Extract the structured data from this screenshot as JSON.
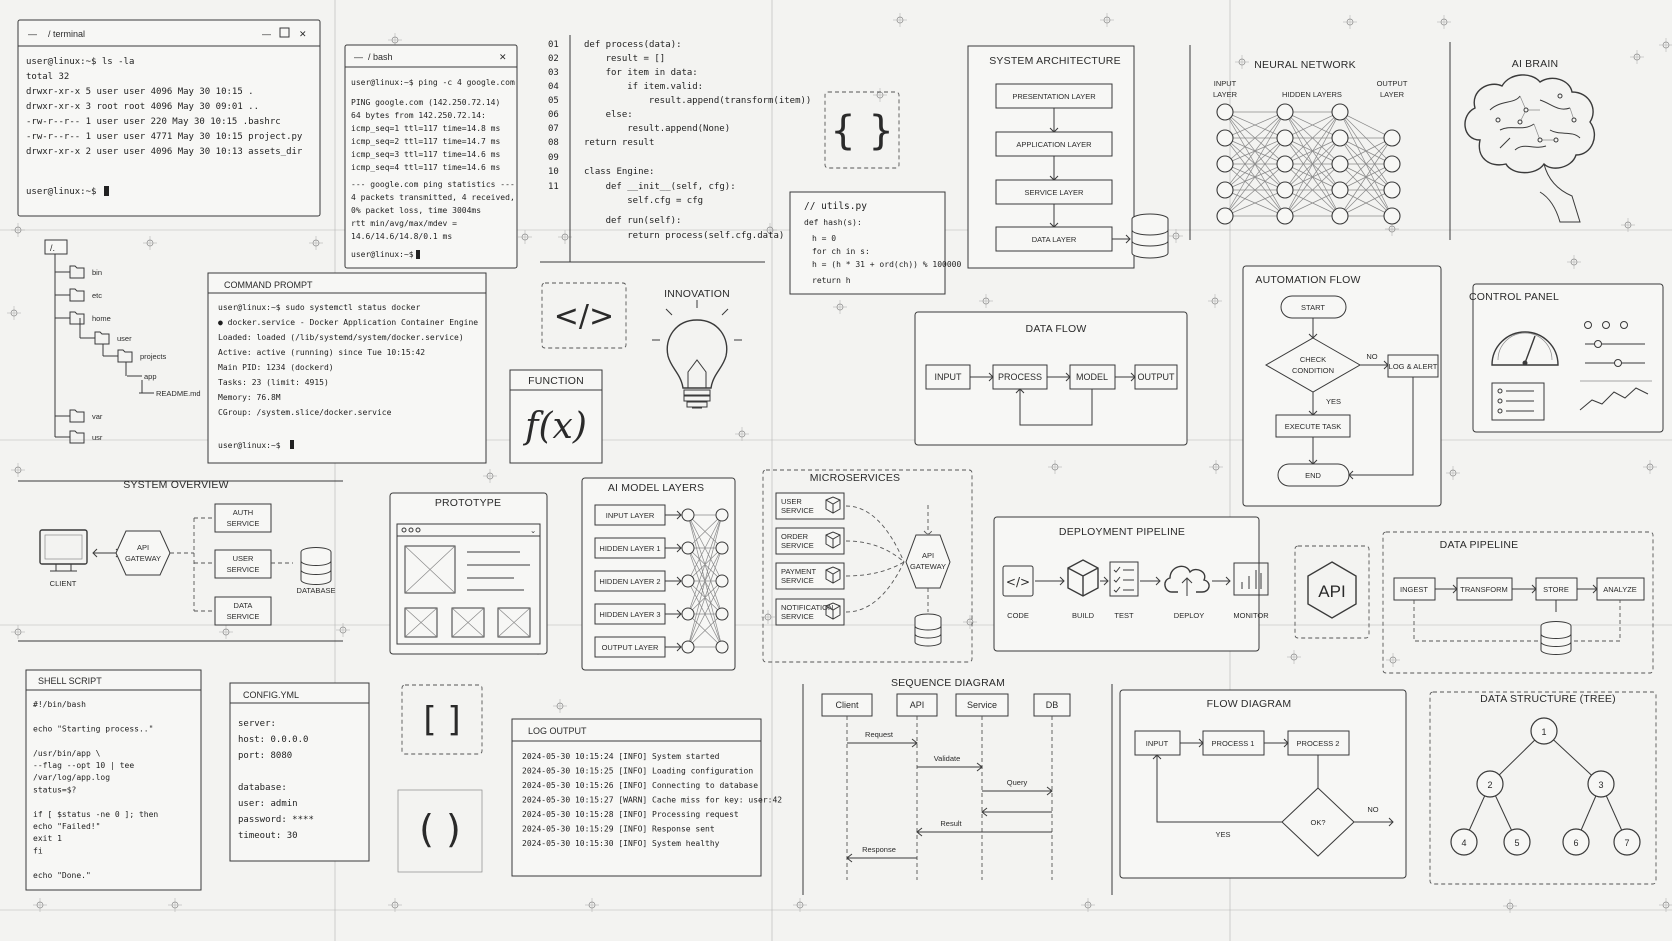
{
  "terminal1": {
    "title": "/ terminal",
    "lines": [
      "user@linux:~$ ls -la",
      "total 32",
      "drwxr-xr-x  5 user user  4096 May 30 10:15 .",
      "drwxr-xr-x  3 root root  4096 May 30 09:01 ..",
      "-rw-r--r--  1 user user   220 May 30 10:15 .bashrc",
      "-rw-r--r--  1 user user  4771 May 30 10:15 project.py",
      "drwxr-xr-x  2 user user  4096 May 30 10:13 assets_dir"
    ],
    "prompt": "user@linux:~$"
  },
  "bash": {
    "title": "/ bash",
    "lines": [
      "user@linux:~$ ping -c 4 google.com",
      "",
      "PING google.com (142.250.72.14)",
      "64 bytes from 142.250.72.14:",
      "icmp_seq=1 ttl=117 time=14.8 ms",
      "icmp_seq=2 ttl=117 time=14.7 ms",
      "icmp_seq=3 ttl=117 time=14.6 ms",
      "icmp_seq=4 ttl=117 time=14.6 ms",
      "",
      "--- google.com ping statistics ---",
      "4 packets transmitted, 4 received,",
      "0% packet loss, time 3004ms",
      "rtt min/avg/max/mdev =",
      "14.6/14.6/14.8/0.1 ms"
    ],
    "prompt": "user@linux:~$"
  },
  "code": {
    "line_numbers": [
      "01",
      "02",
      "03",
      "04",
      "05",
      "06",
      "07",
      "08",
      "09",
      "10",
      "11"
    ],
    "lines": [
      "def process(data):",
      "    result = []",
      "    for item in data:",
      "        if item.valid:",
      "            result.append(transform(item))",
      "    else:",
      "        result.append(None)",
      "return result",
      "",
      "class Engine:",
      "    def __init__(self, cfg):",
      "        self.cfg = cfg",
      "",
      "    def run(self):",
      "        return process(self.cfg.data)"
    ]
  },
  "utils": {
    "lines": [
      "// utils.py",
      "def hash(s):",
      "  h = 0",
      "  for ch in s:",
      "  h = (h * 31 + ord(ch)) % 100000",
      "  return h"
    ]
  },
  "braces": {
    "curly": "{ }",
    "tag": "</>",
    "square": "[ ]",
    "paren": "( )"
  },
  "innovation": {
    "title": "INNOVATION"
  },
  "function": {
    "title": "FUNCTION",
    "glyph": "f(x)"
  },
  "file_tree": {
    "root": "/.",
    "items": [
      "bin",
      "etc",
      "home",
      "user",
      "projects",
      "app",
      "README.md",
      "var",
      "usr"
    ]
  },
  "cmd_prompt": {
    "title": "COMMAND PROMPT",
    "lines": [
      "user@linux:~$ sudo systemctl status docker",
      "● docker.service - Docker Application Container Engine",
      "   Loaded:  loaded (/lib/systemd/system/docker.service)",
      "   Active:  active (running) since Tue 10:15:42",
      " Main PID:  1234 (dockerd)",
      "    Tasks:  23 (limit: 4915)",
      "   Memory:  76.8M",
      "   CGroup:  /system.slice/docker.service"
    ],
    "prompt": "user@linux:~$"
  },
  "system_architecture": {
    "title": "SYSTEM ARCHITECTURE",
    "layers": [
      "PRESENTATION LAYER",
      "APPLICATION LAYER",
      "SERVICE LAYER",
      "DATA LAYER"
    ]
  },
  "neural_network": {
    "title": "NEURAL NETWORK",
    "input": "INPUT\nLAYER",
    "hidden": "HIDDEN LAYERS",
    "output": "OUTPUT\nLAYER",
    "input_l1": "INPUT",
    "input_l2": "LAYER",
    "output_l1": "OUTPUT",
    "output_l2": "LAYER"
  },
  "ai_brain": {
    "title": "AI BRAIN"
  },
  "data_flow": {
    "title": "DATA FLOW",
    "steps": [
      "INPUT",
      "PROCESS",
      "MODEL",
      "OUTPUT"
    ]
  },
  "automation_flow": {
    "title": "AUTOMATION FLOW",
    "start": "START",
    "check1": "CHECK",
    "check2": "CONDITION",
    "no": "NO",
    "yes": "YES",
    "log": "LOG & ALERT",
    "execute": "EXECUTE TASK",
    "end": "END"
  },
  "control_panel": {
    "title": "CONTROL PANEL"
  },
  "system_overview": {
    "title": "SYSTEM OVERVIEW",
    "client": "CLIENT",
    "gateway1": "API",
    "gateway2": "GATEWAY",
    "auth1": "AUTH",
    "auth2": "SERVICE",
    "user1": "USER",
    "user2": "SERVICE",
    "data1": "DATA",
    "data2": "SERVICE",
    "database": "DATABASE"
  },
  "prototype": {
    "title": "PROTOTYPE"
  },
  "ai_model_layers": {
    "title": "AI MODEL LAYERS",
    "layers": [
      "INPUT LAYER",
      "HIDDEN LAYER 1",
      "HIDDEN LAYER 2",
      "HIDDEN LAYER 3",
      "OUTPUT LAYER"
    ]
  },
  "microservices": {
    "title": "MICROSERVICES",
    "services": [
      [
        "USER",
        "SERVICE"
      ],
      [
        "ORDER",
        "SERVICE"
      ],
      [
        "PAYMENT",
        "SERVICE"
      ],
      [
        "NOTIFICATION",
        "SERVICE"
      ]
    ],
    "gateway1": "API",
    "gateway2": "GATEWAY"
  },
  "deployment_pipeline": {
    "title": "DEPLOYMENT PIPELINE",
    "steps": [
      "CODE",
      "BUILD",
      "TEST",
      "DEPLOY",
      "MONITOR"
    ]
  },
  "api_badge": {
    "label": "API"
  },
  "data_pipeline": {
    "title": "DATA PIPELINE",
    "steps": [
      "INGEST",
      "TRANSFORM",
      "STORE",
      "ANALYZE"
    ]
  },
  "shell_script": {
    "title": "SHELL SCRIPT",
    "lines": [
      "#!/bin/bash",
      "",
      "echo \"Starting process..\"",
      "",
      "/usr/bin/app \\",
      "  --flag --opt 10  | tee",
      "  /var/log/app.log",
      "status=$?",
      "",
      "if [ $status -ne 0 ]; then",
      "  echo \"Failed!\"",
      "  exit 1",
      "fi",
      "",
      "echo \"Done.\""
    ]
  },
  "config": {
    "title": "CONFIG.YML",
    "lines": [
      "server:",
      "  host: 0.0.0.0",
      "  port: 8080",
      "",
      "database:",
      "  user: admin",
      "  password: ****",
      "  timeout: 30"
    ]
  },
  "log_output": {
    "title": "LOG OUTPUT",
    "lines": [
      "2024-05-30 10:15:24 [INFO]  System started",
      "2024-05-30 10:15:25 [INFO]  Loading configuration",
      "2024-05-30 10:15:26 [INFO]  Connecting to database",
      "2024-05-30 10:15:27 [WARN]  Cache miss for key: user:42",
      "2024-05-30 10:15:28 [INFO]  Processing request",
      "2024-05-30 10:15:29 [INFO]  Response sent",
      "2024-05-30 10:15:30 [INFO]  System healthy"
    ]
  },
  "sequence": {
    "title": "SEQUENCE DIAGRAM",
    "actors": [
      "Client",
      "API",
      "Service",
      "DB"
    ],
    "messages": [
      "Request",
      "Validate",
      "Query",
      "Result",
      "Response"
    ]
  },
  "flow_diagram": {
    "title": "FLOW DIAGRAM",
    "input": "INPUT",
    "p1": "PROCESS 1",
    "p2": "PROCESS 2",
    "ok": "OK?",
    "yes": "YES",
    "no": "NO"
  },
  "tree": {
    "title": "DATA STRUCTURE (TREE)",
    "nodes": [
      "1",
      "2",
      "3",
      "4",
      "5",
      "6",
      "7"
    ]
  }
}
